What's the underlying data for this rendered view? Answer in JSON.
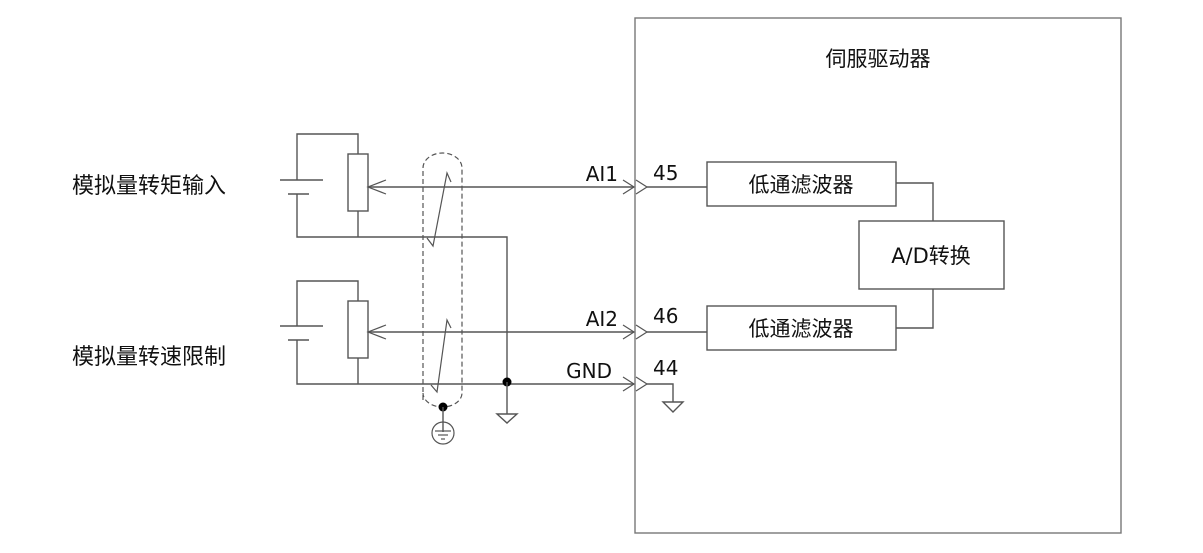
{
  "diagram": {
    "title": "伺服驱动器",
    "inputs": [
      {
        "label": "模拟量转矩输入",
        "signal": "AI1",
        "pin": "45"
      },
      {
        "label": "模拟量转速限制",
        "signal": "AI2",
        "pin": "46"
      }
    ],
    "ground": {
      "signal": "GND",
      "pin": "44"
    },
    "blocks": {
      "filter_1": "低通滤波器",
      "filter_2": "低通滤波器",
      "adc": "A/D转换"
    },
    "colors": {
      "line": "#555555",
      "text": "#111111",
      "background": "#ffffff"
    }
  }
}
